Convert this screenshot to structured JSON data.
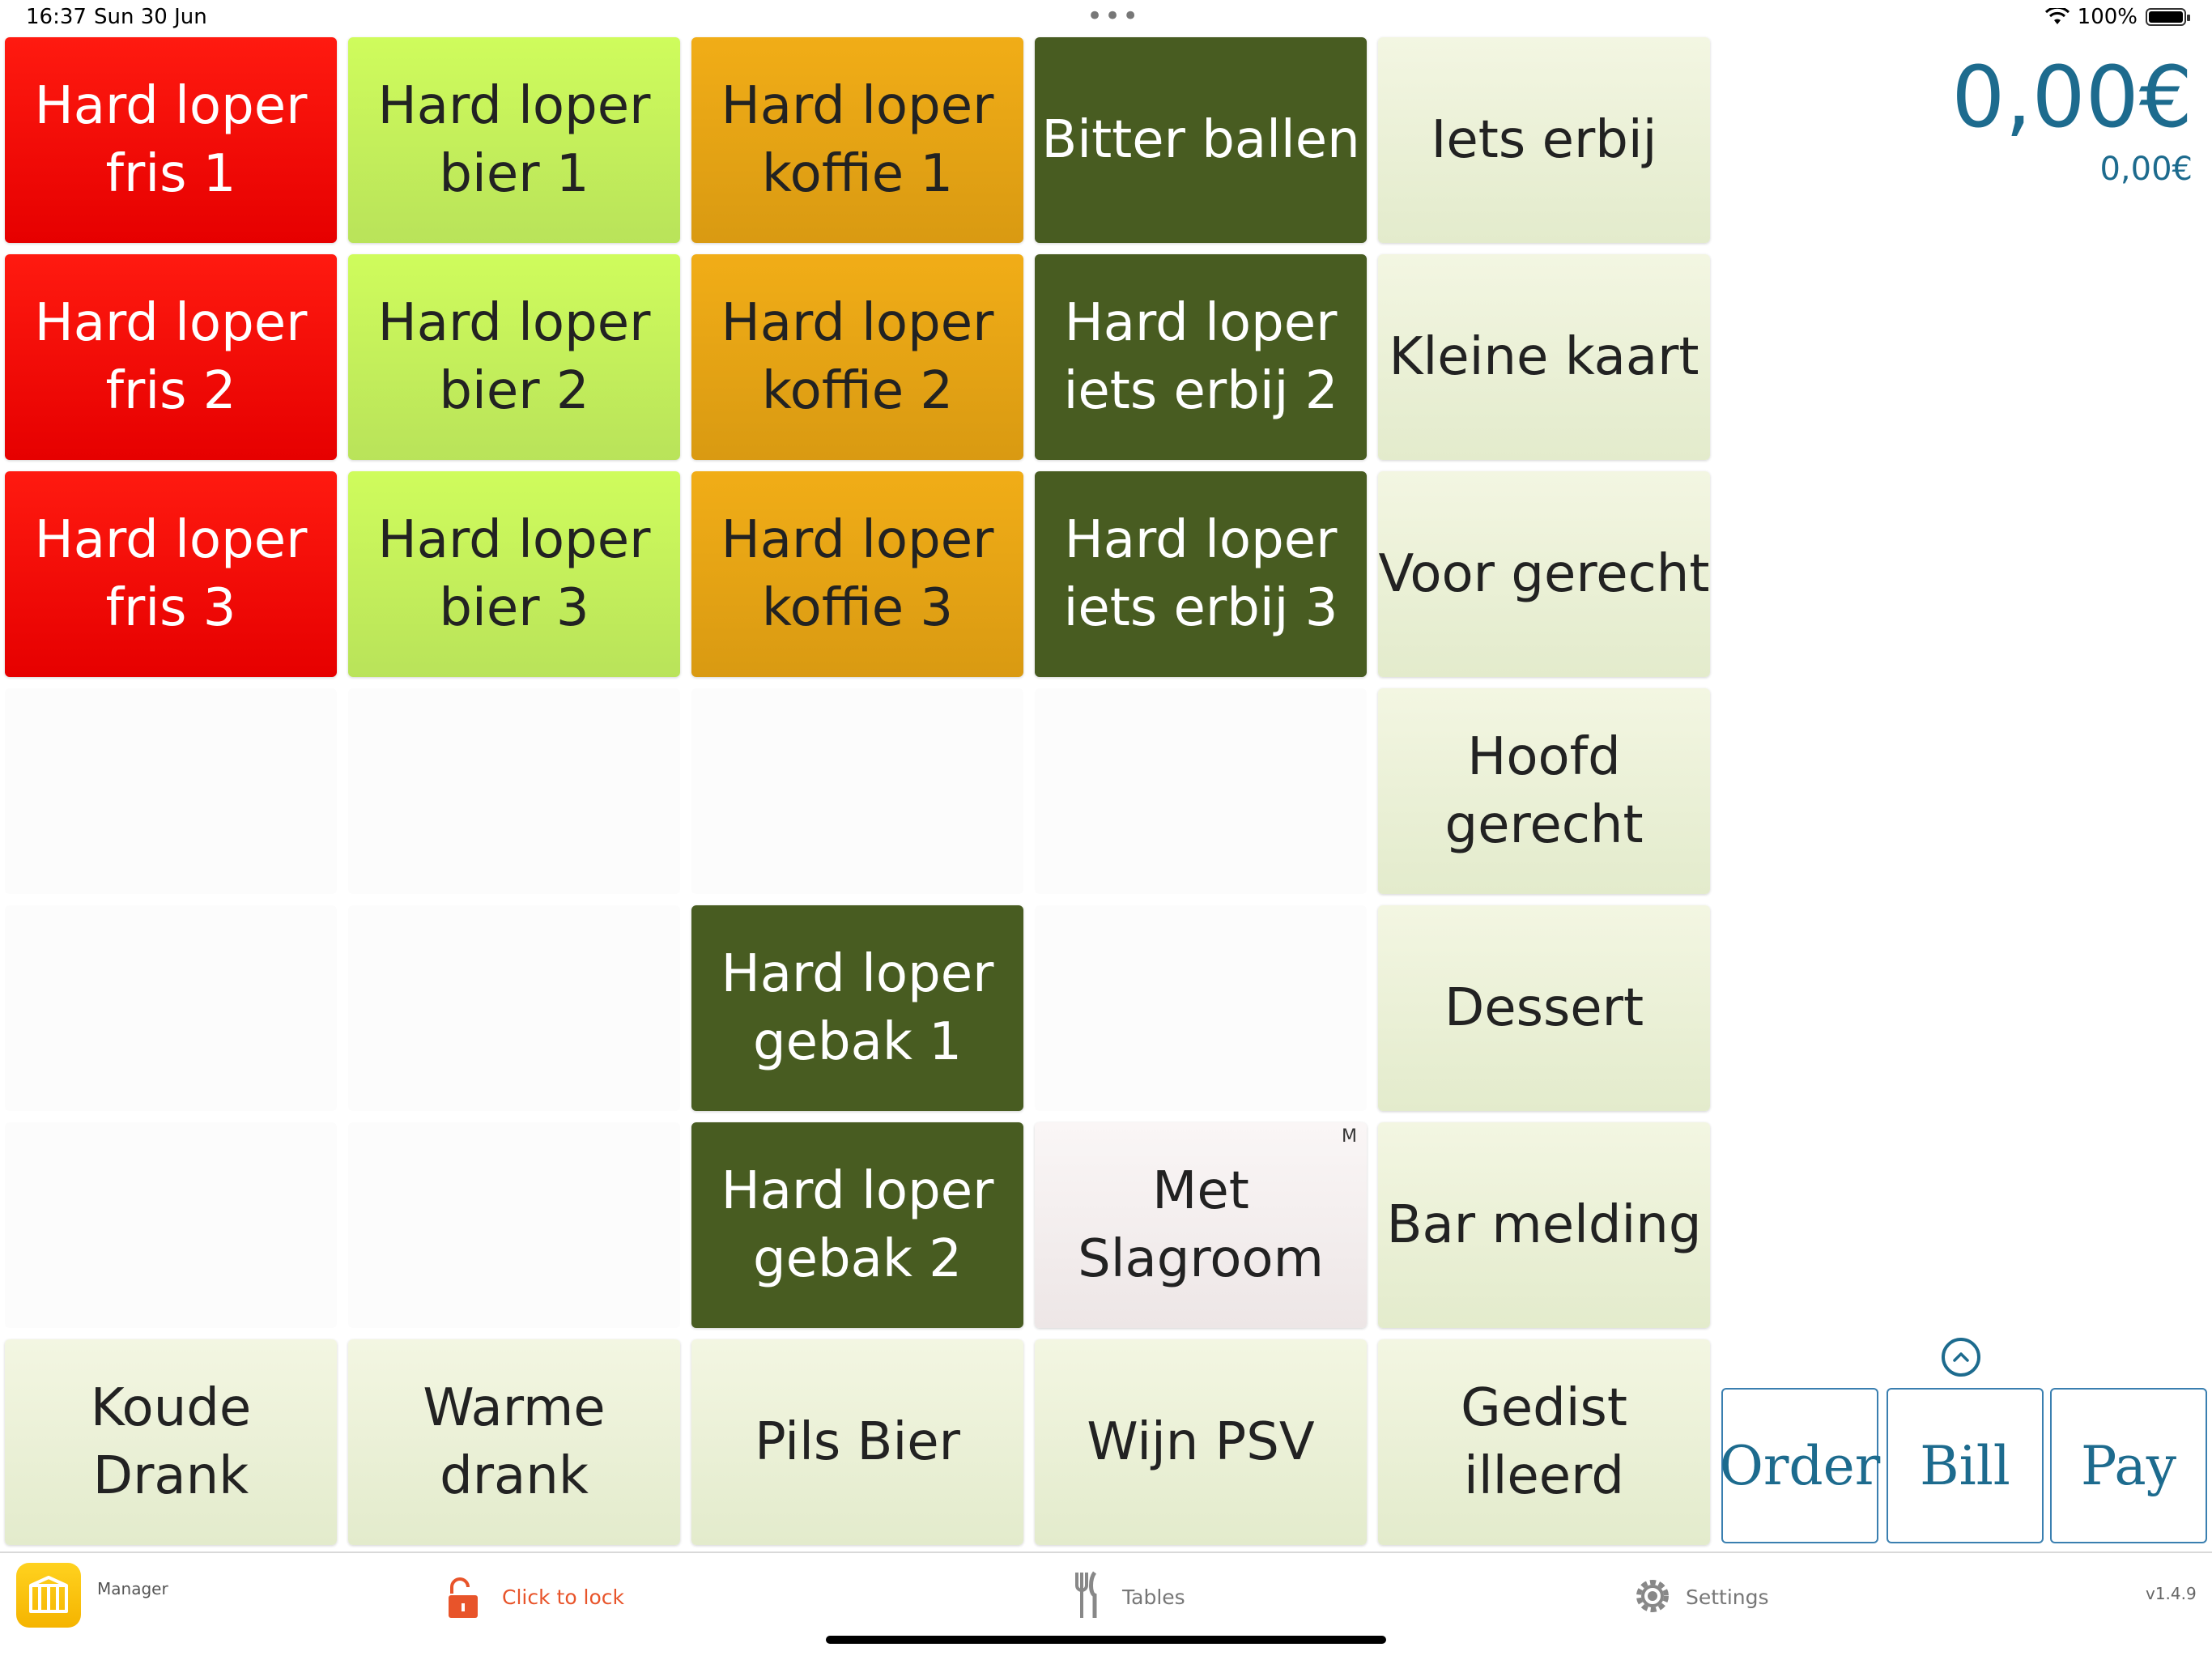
{
  "status_bar": {
    "time": "16:37",
    "date": "Sun 30 Jun",
    "battery": "100%",
    "battery_level": 1.0
  },
  "grid": {
    "tiles": [
      {
        "label": "Hard loper\nfris 1",
        "style": "red"
      },
      {
        "label": "Hard loper\nbier 1",
        "style": "lime"
      },
      {
        "label": "Hard loper\nkoffie 1",
        "style": "amber"
      },
      {
        "label": "Bitter ballen",
        "style": "dark"
      },
      {
        "label": "Iets erbij",
        "style": "pale"
      },
      {
        "label": "Hard loper\nfris 2",
        "style": "red"
      },
      {
        "label": "Hard loper\nbier 2",
        "style": "lime"
      },
      {
        "label": "Hard loper\nkoffie 2",
        "style": "amber"
      },
      {
        "label": "Hard loper\niets erbij 2",
        "style": "dark"
      },
      {
        "label": "Kleine kaart",
        "style": "pale"
      },
      {
        "label": "Hard loper\nfris 3",
        "style": "red"
      },
      {
        "label": "Hard loper\nbier 3",
        "style": "lime"
      },
      {
        "label": "Hard loper\nkoffie 3",
        "style": "amber"
      },
      {
        "label": "Hard loper\niets erbij 3",
        "style": "dark"
      },
      {
        "label": "Voor gerecht",
        "style": "pale"
      },
      {
        "label": "",
        "style": "empty"
      },
      {
        "label": "",
        "style": "empty"
      },
      {
        "label": "",
        "style": "empty"
      },
      {
        "label": "",
        "style": "empty"
      },
      {
        "label": "Hoofd\ngerecht",
        "style": "pale"
      },
      {
        "label": "",
        "style": "empty"
      },
      {
        "label": "",
        "style": "empty"
      },
      {
        "label": "Hard loper\ngebak 1",
        "style": "dark"
      },
      {
        "label": "",
        "style": "empty"
      },
      {
        "label": "Dessert",
        "style": "pale"
      },
      {
        "label": "",
        "style": "empty"
      },
      {
        "label": "",
        "style": "empty"
      },
      {
        "label": "Hard loper\ngebak 2",
        "style": "dark"
      },
      {
        "label": "Met\nSlagroom",
        "style": "pink",
        "badge": "M"
      },
      {
        "label": "Bar melding",
        "style": "pale"
      },
      {
        "label": "Koude Drank",
        "style": "pale"
      },
      {
        "label": "Warme drank",
        "style": "pale"
      },
      {
        "label": "Pils Bier",
        "style": "pale"
      },
      {
        "label": "Wijn PSV",
        "style": "pale"
      },
      {
        "label": "Gedist illeerd",
        "style": "pale"
      }
    ]
  },
  "total": {
    "amount": "0,00€",
    "sub_amount": "0,00€"
  },
  "actions": {
    "order": "Order",
    "bill": "Bill",
    "pay": "Pay"
  },
  "tabbar": {
    "manager": "Manager",
    "lock": "Click to lock",
    "tables": "Tables",
    "settings": "Settings",
    "version": "v1.4.9"
  },
  "colors": {
    "accent": "#1d6b8e",
    "lock": "#e8542a"
  }
}
